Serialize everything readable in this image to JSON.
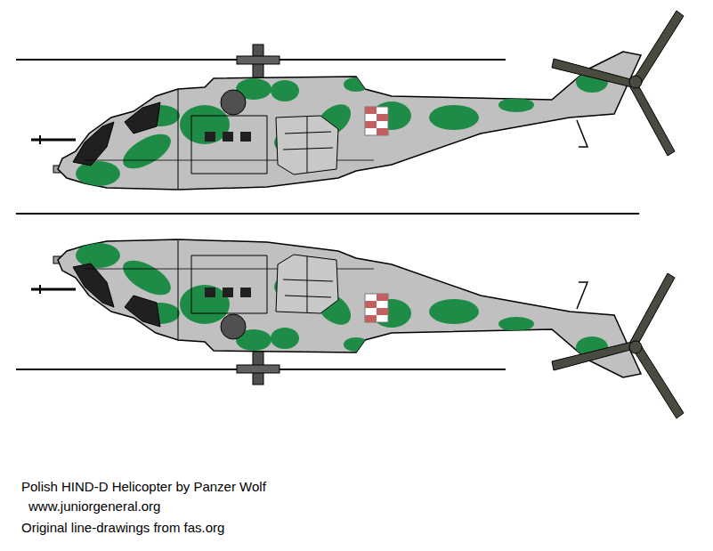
{
  "diagram": {
    "labels": [
      "Polish HIND-D Helicopter by Panzer Wolf",
      "www.juniorgeneral.org",
      "Original line-drawings from fas.org"
    ]
  }
}
